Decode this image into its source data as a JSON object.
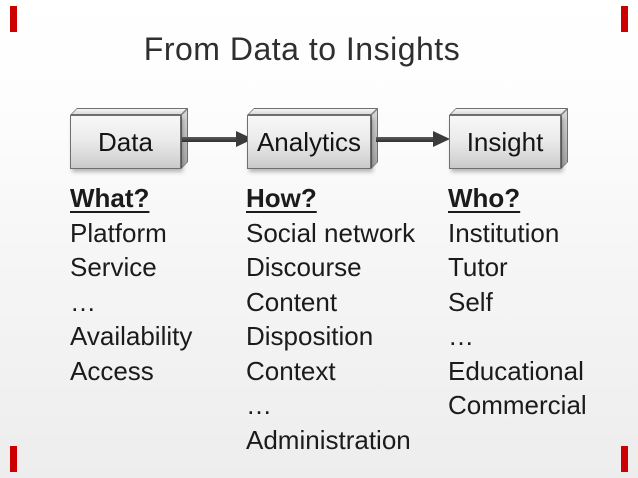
{
  "slide": {
    "title": "From Data to Insights"
  },
  "flow": {
    "boxes": [
      {
        "label": "Data"
      },
      {
        "label": "Analytics"
      },
      {
        "label": "Insight"
      }
    ],
    "arrow_icons": [
      "arrow-right-icon",
      "arrow-right-icon"
    ]
  },
  "columns": [
    {
      "heading": "What?",
      "items": [
        "Platform",
        "Service",
        "…",
        "Availability",
        "Access"
      ]
    },
    {
      "heading": "How?",
      "items": [
        "Social network",
        "Discourse",
        "Content",
        "Disposition",
        "Context",
        "…",
        "Administration"
      ]
    },
    {
      "heading": "Who?",
      "items": [
        "Institution",
        "Tutor",
        "Self",
        "…",
        "Educational",
        "Commercial"
      ]
    }
  ],
  "colors": {
    "corner_mark_red": "#cc0000",
    "arrow_gray": "#3b3b3b",
    "box_border_gray": "#6f6f6f",
    "title_text": "#2f2f2f",
    "body_text": "#1b1b1b",
    "background_bottom": "#ededed"
  }
}
